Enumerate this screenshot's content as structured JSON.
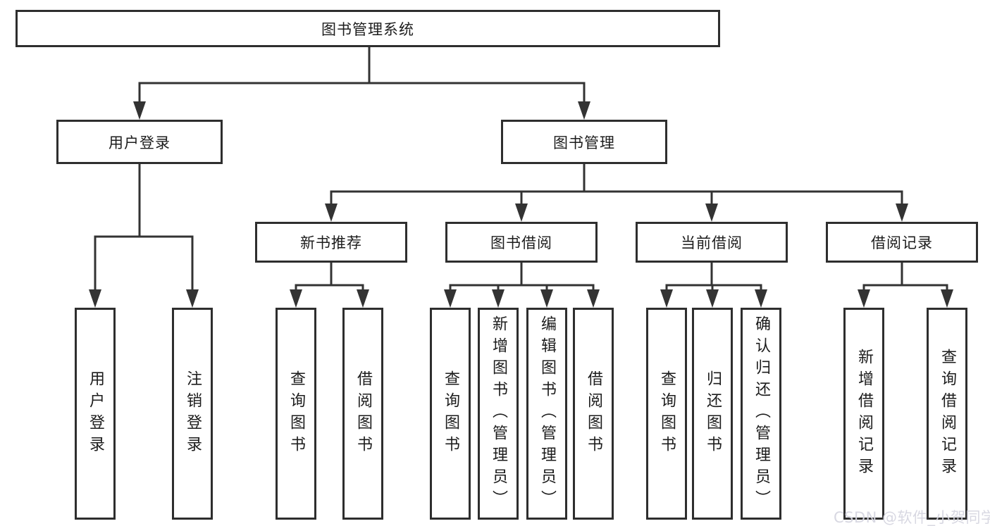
{
  "diagram": {
    "root_label": "图书管理系统",
    "level2": {
      "user_login": "用户登录",
      "book_management": "图书管理"
    },
    "level3": {
      "new_book_recommend": "新书推荐",
      "book_borrow": "图书借阅",
      "current_borrow": "当前借阅",
      "borrow_records": "借阅记录"
    },
    "leaves": {
      "user_login": [
        "用户登录",
        "注销登录"
      ],
      "new_book_recommend": [
        "查询图书",
        "借阅图书"
      ],
      "book_borrow": [
        "查询图书",
        "新增图书（管理员）",
        "编辑图书（管理员）",
        "借阅图书"
      ],
      "current_borrow": [
        "查询图书",
        "归还图书",
        "确认归还（管理员）"
      ],
      "borrow_records": [
        "新增借阅记录",
        "查询借阅记录"
      ]
    }
  },
  "watermark": "CSDN @软件_小贺同学",
  "colors": {
    "line": "#333333",
    "box_border": "#2e2e2e",
    "text": "#1c1c1c",
    "watermark": "#d6d6e0",
    "background": "#ffffff"
  }
}
